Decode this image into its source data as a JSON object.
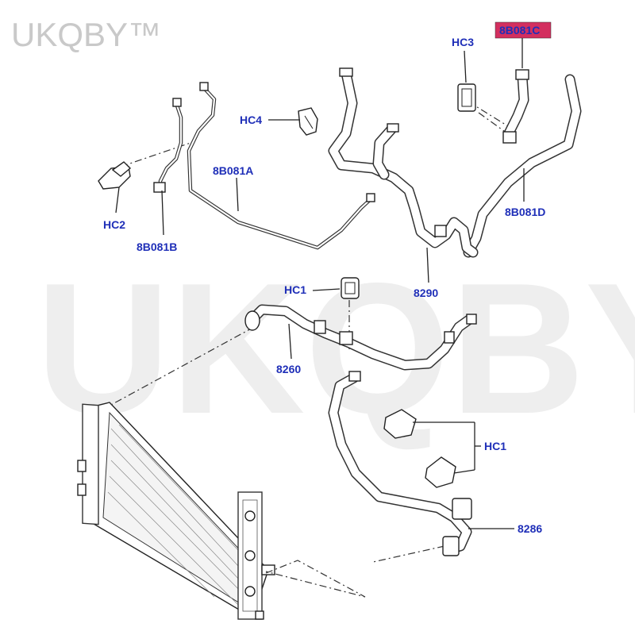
{
  "watermark": {
    "small": "UKQBY™",
    "large": "UKQBY™"
  },
  "callouts": {
    "hc3": "HC3",
    "c8b081c": "8B081C",
    "hc4": "HC4",
    "c8b081a": "8B081A",
    "hc2": "HC2",
    "c8b081b": "8B081B",
    "c8b081d": "8B081D",
    "hc1_top": "HC1",
    "c8290": "8290",
    "c8260": "8260",
    "hc1_right": "HC1",
    "c8286": "8286"
  },
  "highlight": {
    "callout": "8B081C",
    "color": "#d32f5f"
  },
  "label_color": "#1f2fb8"
}
